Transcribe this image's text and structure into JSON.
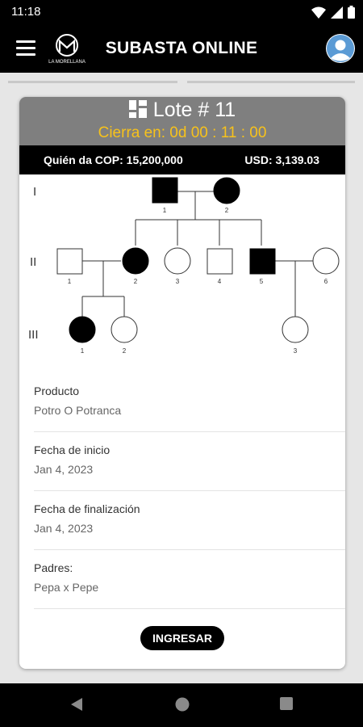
{
  "status": {
    "time": "11:18"
  },
  "app": {
    "title": "SUBASTA ONLINE",
    "logo_text": "LA MORELLANA"
  },
  "lot": {
    "title": "Lote # 11",
    "countdown": "Cierra en: 0d 00 : 11 : 00",
    "bid_cop": "Quién da COP: 15,200,000",
    "bid_usd": "USD: 3,139.03"
  },
  "pedigree": {
    "generations": [
      "I",
      "II",
      "III"
    ],
    "gen1": [
      "1",
      "2"
    ],
    "gen2": [
      "1",
      "2",
      "3",
      "4",
      "5",
      "6"
    ],
    "gen3": [
      "1",
      "2",
      "3"
    ]
  },
  "details": [
    {
      "label": "Producto",
      "value": "Potro O Potranca"
    },
    {
      "label": "Fecha de inicio",
      "value": "Jan 4, 2023"
    },
    {
      "label": "Fecha de finalización",
      "value": "Jan 4, 2023"
    },
    {
      "label": "Padres:",
      "value": "Pepa x Pepe"
    }
  ],
  "actions": {
    "enter_label": "INGRESAR"
  },
  "colors": {
    "header_gray": "#7f7f7f",
    "countdown_yellow": "#f7c21b",
    "bar_black": "#000000",
    "avatar_blue": "#5b9bd5"
  }
}
